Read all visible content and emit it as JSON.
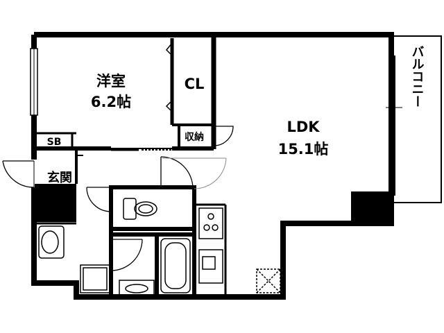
{
  "rooms": {
    "western_room": {
      "name": "洋室",
      "size": "6.2帖"
    },
    "closet": {
      "name": "CL"
    },
    "storage": {
      "name": "収納"
    },
    "ldk": {
      "name": "LDK",
      "size": "15.1帖"
    },
    "shoe_box": {
      "name": "SB"
    },
    "entrance": {
      "name": "玄関"
    },
    "balcony": {
      "name": "バルコニー"
    }
  }
}
